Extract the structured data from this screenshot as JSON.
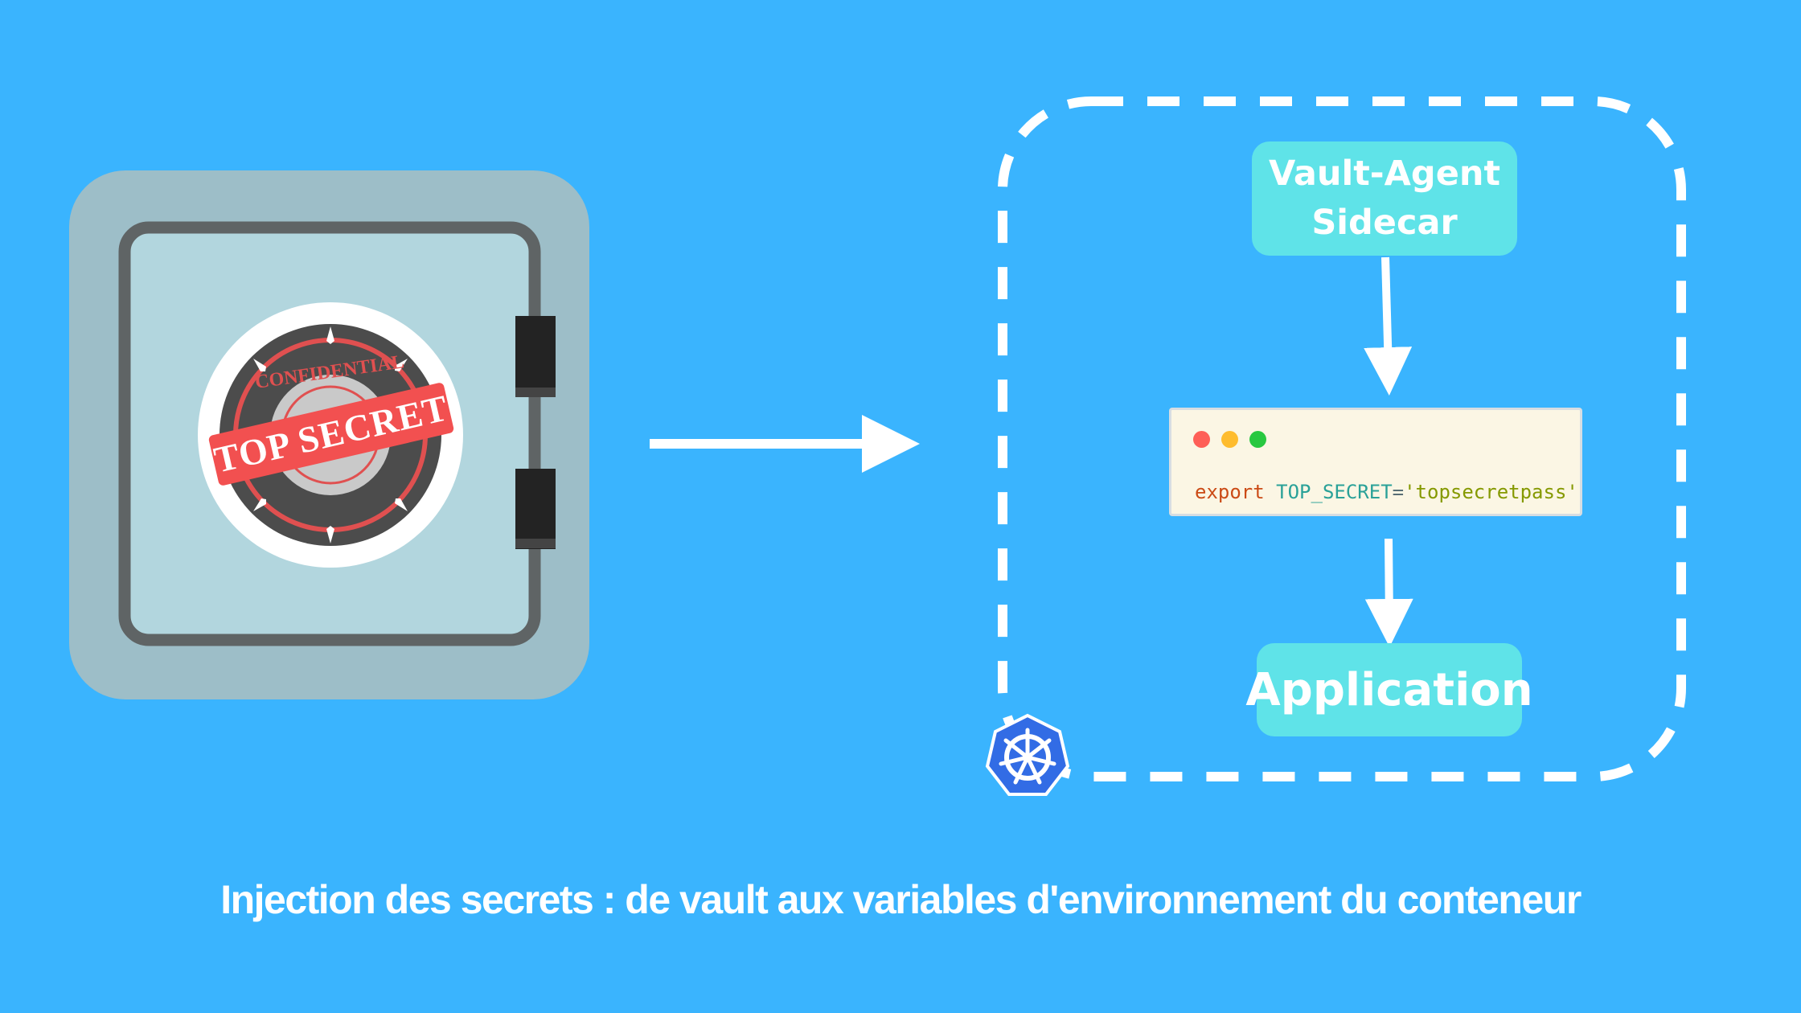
{
  "diagram": {
    "nodes": {
      "sidecar": {
        "line1": "Vault-Agent",
        "line2": "Sidecar"
      },
      "terminal": {
        "keyword": "export",
        "variable": "TOP_SECRET",
        "operator": "=",
        "value": "'topsecretpass'"
      },
      "application": {
        "label": "Application"
      }
    },
    "vault": {
      "stamp_text": "TOP SECRET",
      "stamp_ring_text": "CONFIDENTIAL"
    },
    "caption": "Injection des secrets : de vault aux variables d'environnement du conteneur"
  },
  "colors": {
    "background": "#3ab4fe",
    "node_fill": "#5fe3e8",
    "kubernetes": "#326ce5",
    "stamp": "#f25050"
  },
  "icons": [
    "vault-safe-icon",
    "kubernetes-icon"
  ]
}
